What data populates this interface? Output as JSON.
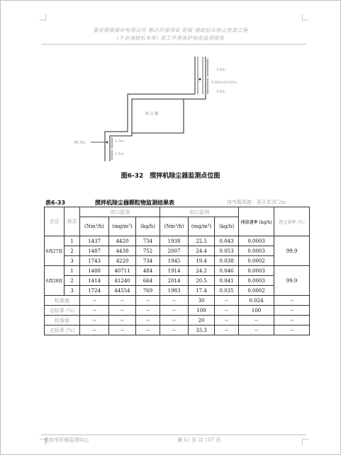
{
  "header": {
    "line1": "重庆钢铁股份有限公司 搬迁环保项目 配套 烧结机头除尘改造工程",
    "line2": "(不含烧结机本体) 竣工环境保护验收监测报告"
  },
  "figure": {
    "caption": "图6-32　搅拌机除尘器监测点位图",
    "labels": {
      "top_right_1": "3.0m",
      "top_right_2": "0.50m×0.50m",
      "top_right_3": "3.0m",
      "center": "除 尘 器",
      "left": "Φ0.5m",
      "bottom_1": "1.0m",
      "bottom_2": "1.5m"
    }
  },
  "table": {
    "number": "表6-33",
    "title": "搅拌机除尘器颗粒物监测结果表",
    "note": "排气筒高度：高于车顶 2m",
    "col_headers": {
      "point": "点位",
      "freq": "频次",
      "inlet": "进口监测",
      "outlet": "出口监测",
      "rate": "排放速率 (kg/h)",
      "eff": "除尘效率 (%)"
    },
    "sub_headers": [
      "(Nm³/h)",
      "(mg/m³)",
      "(kg/h)",
      "(Nm³/h)",
      "(mg/m³)",
      "(kg/h)"
    ],
    "groups": [
      {
        "date": "6月27日",
        "rows": [
          {
            "n": "1",
            "v": [
              "1437",
              "4420",
              "734",
              "1938",
              "22.5",
              "0.043",
              "0.0003"
            ]
          },
          {
            "n": "2",
            "v": [
              "1487",
              "4438",
              "752",
              "2007",
              "24.4",
              "0.053",
              "0.0003"
            ]
          },
          {
            "n": "3",
            "v": [
              "1743",
              "4220",
              "734",
              "1945",
              "19.4",
              "0.038",
              "0.0002"
            ]
          }
        ],
        "eff": "99.9"
      },
      {
        "date": "6月28日",
        "rows": [
          {
            "n": "1",
            "v": [
              "1488",
              "40711",
              "484",
              "1914",
              "24.2",
              "0.046",
              "0.0003"
            ]
          },
          {
            "n": "2",
            "v": [
              "1414",
              "41240",
              "664",
              "2014",
              "20.5",
              "0.041",
              "0.0003"
            ]
          },
          {
            "n": "3",
            "v": [
              "1724",
              "44554",
              "769",
              "1983",
              "17.4",
              "0.035",
              "0.0002"
            ]
          }
        ],
        "eff": "99.9"
      }
    ],
    "summary": [
      {
        "label": "标准值",
        "v": [
          "--",
          "--",
          "--",
          "--",
          "30",
          "--",
          "0.024",
          "--"
        ]
      },
      {
        "label": "达标率 (%)",
        "v": [
          "--",
          "--",
          "--",
          "--",
          "100",
          "--",
          "100",
          "--"
        ]
      },
      {
        "label": "标准值",
        "v": [
          "--",
          "--",
          "--",
          "--",
          "20",
          "--",
          "--",
          "--"
        ]
      },
      {
        "label": "达标率 (%)",
        "v": [
          "--",
          "--",
          "--",
          "--",
          "33.3",
          "--",
          "--",
          "--"
        ]
      }
    ]
  },
  "footer": {
    "left": "重庆市环境监测中心",
    "right": "第 61 页 共 107 页"
  }
}
